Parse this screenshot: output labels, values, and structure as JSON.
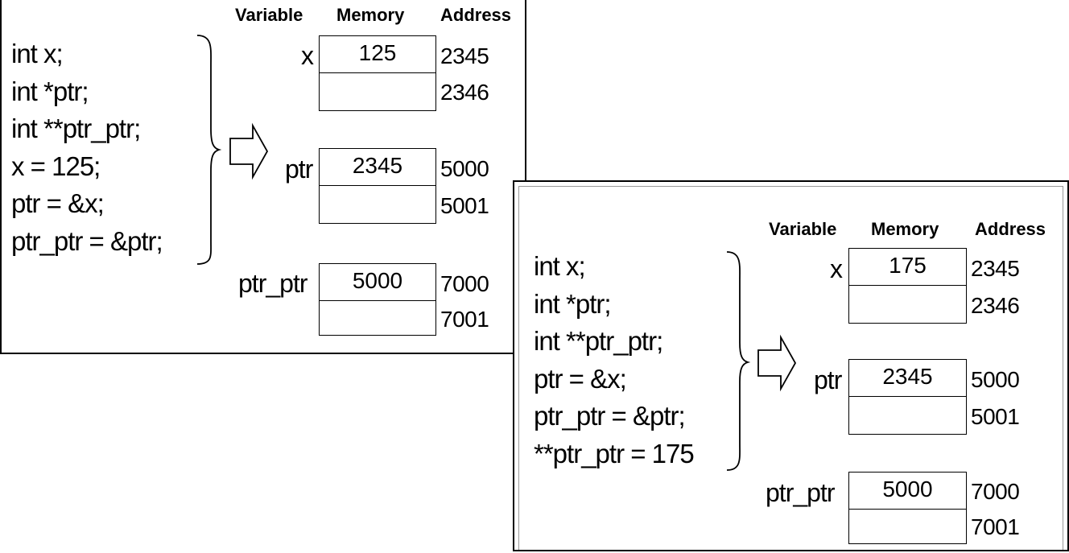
{
  "panels": [
    {
      "headers": {
        "variable": "Variable",
        "memory": "Memory",
        "address": "Address"
      },
      "code": [
        "int x;",
        "int *ptr;",
        "int **ptr_ptr;",
        "x = 125;",
        "ptr = &x;",
        "ptr_ptr = &ptr;"
      ],
      "variables": [
        {
          "name": "x",
          "cells": [
            "125",
            ""
          ],
          "addresses": [
            "2345",
            "2346"
          ]
        },
        {
          "name": "ptr",
          "cells": [
            "2345",
            ""
          ],
          "addresses": [
            "5000",
            "5001"
          ]
        },
        {
          "name": "ptr_ptr",
          "cells": [
            "5000",
            ""
          ],
          "addresses": [
            "7000",
            "7001"
          ]
        }
      ]
    },
    {
      "headers": {
        "variable": "Variable",
        "memory": "Memory",
        "address": "Address"
      },
      "code": [
        "int x;",
        "int *ptr;",
        "int **ptr_ptr;",
        "ptr = &x;",
        "ptr_ptr = &ptr;",
        "**ptr_ptr = 175"
      ],
      "variables": [
        {
          "name": "x",
          "cells": [
            "175",
            ""
          ],
          "addresses": [
            "2345",
            "2346"
          ]
        },
        {
          "name": "ptr",
          "cells": [
            "2345",
            ""
          ],
          "addresses": [
            "5000",
            "5001"
          ]
        },
        {
          "name": "ptr_ptr",
          "cells": [
            "5000",
            ""
          ],
          "addresses": [
            "7000",
            "7001"
          ]
        }
      ]
    }
  ]
}
